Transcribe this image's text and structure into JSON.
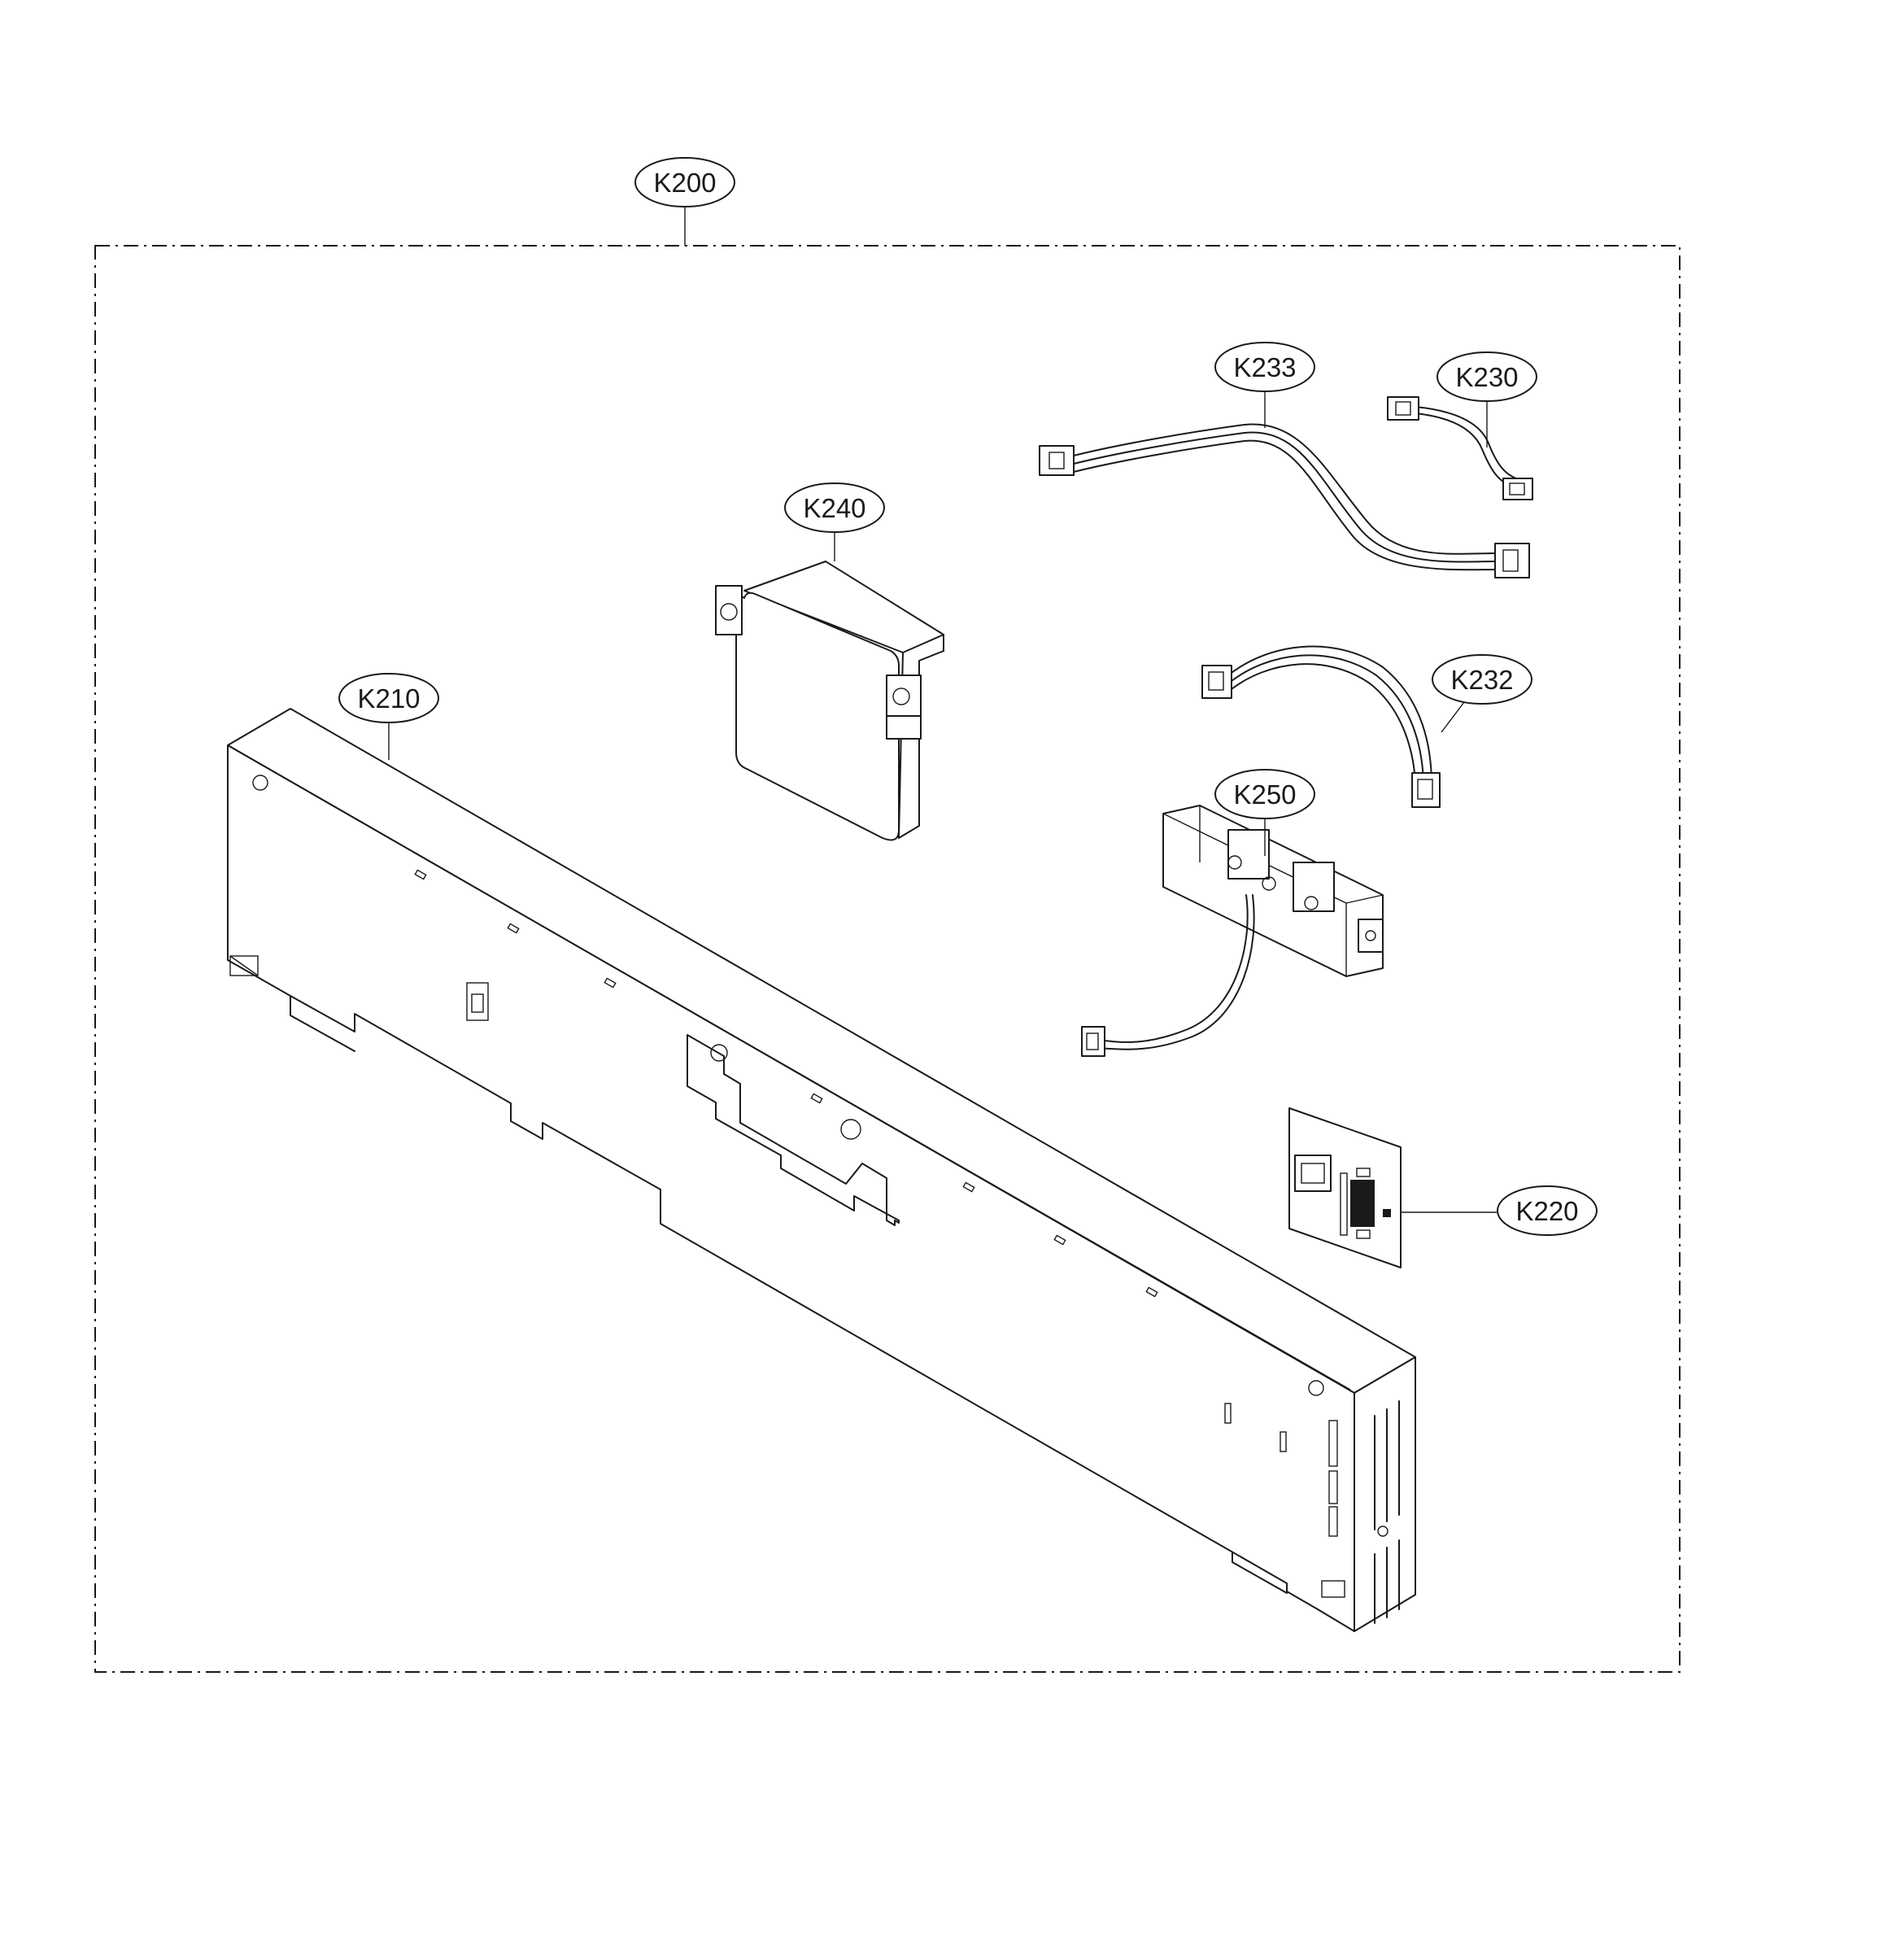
{
  "assembly": {
    "label": "K200"
  },
  "callouts": [
    {
      "id": "k210",
      "label": "K210"
    },
    {
      "id": "k220",
      "label": "K220"
    },
    {
      "id": "k230",
      "label": "K230"
    },
    {
      "id": "k232",
      "label": "K232"
    },
    {
      "id": "k233",
      "label": "K233"
    },
    {
      "id": "k240",
      "label": "K240"
    },
    {
      "id": "k250",
      "label": "K250"
    }
  ],
  "colors": {
    "line": "#1a1a1a",
    "background": "#ffffff"
  }
}
